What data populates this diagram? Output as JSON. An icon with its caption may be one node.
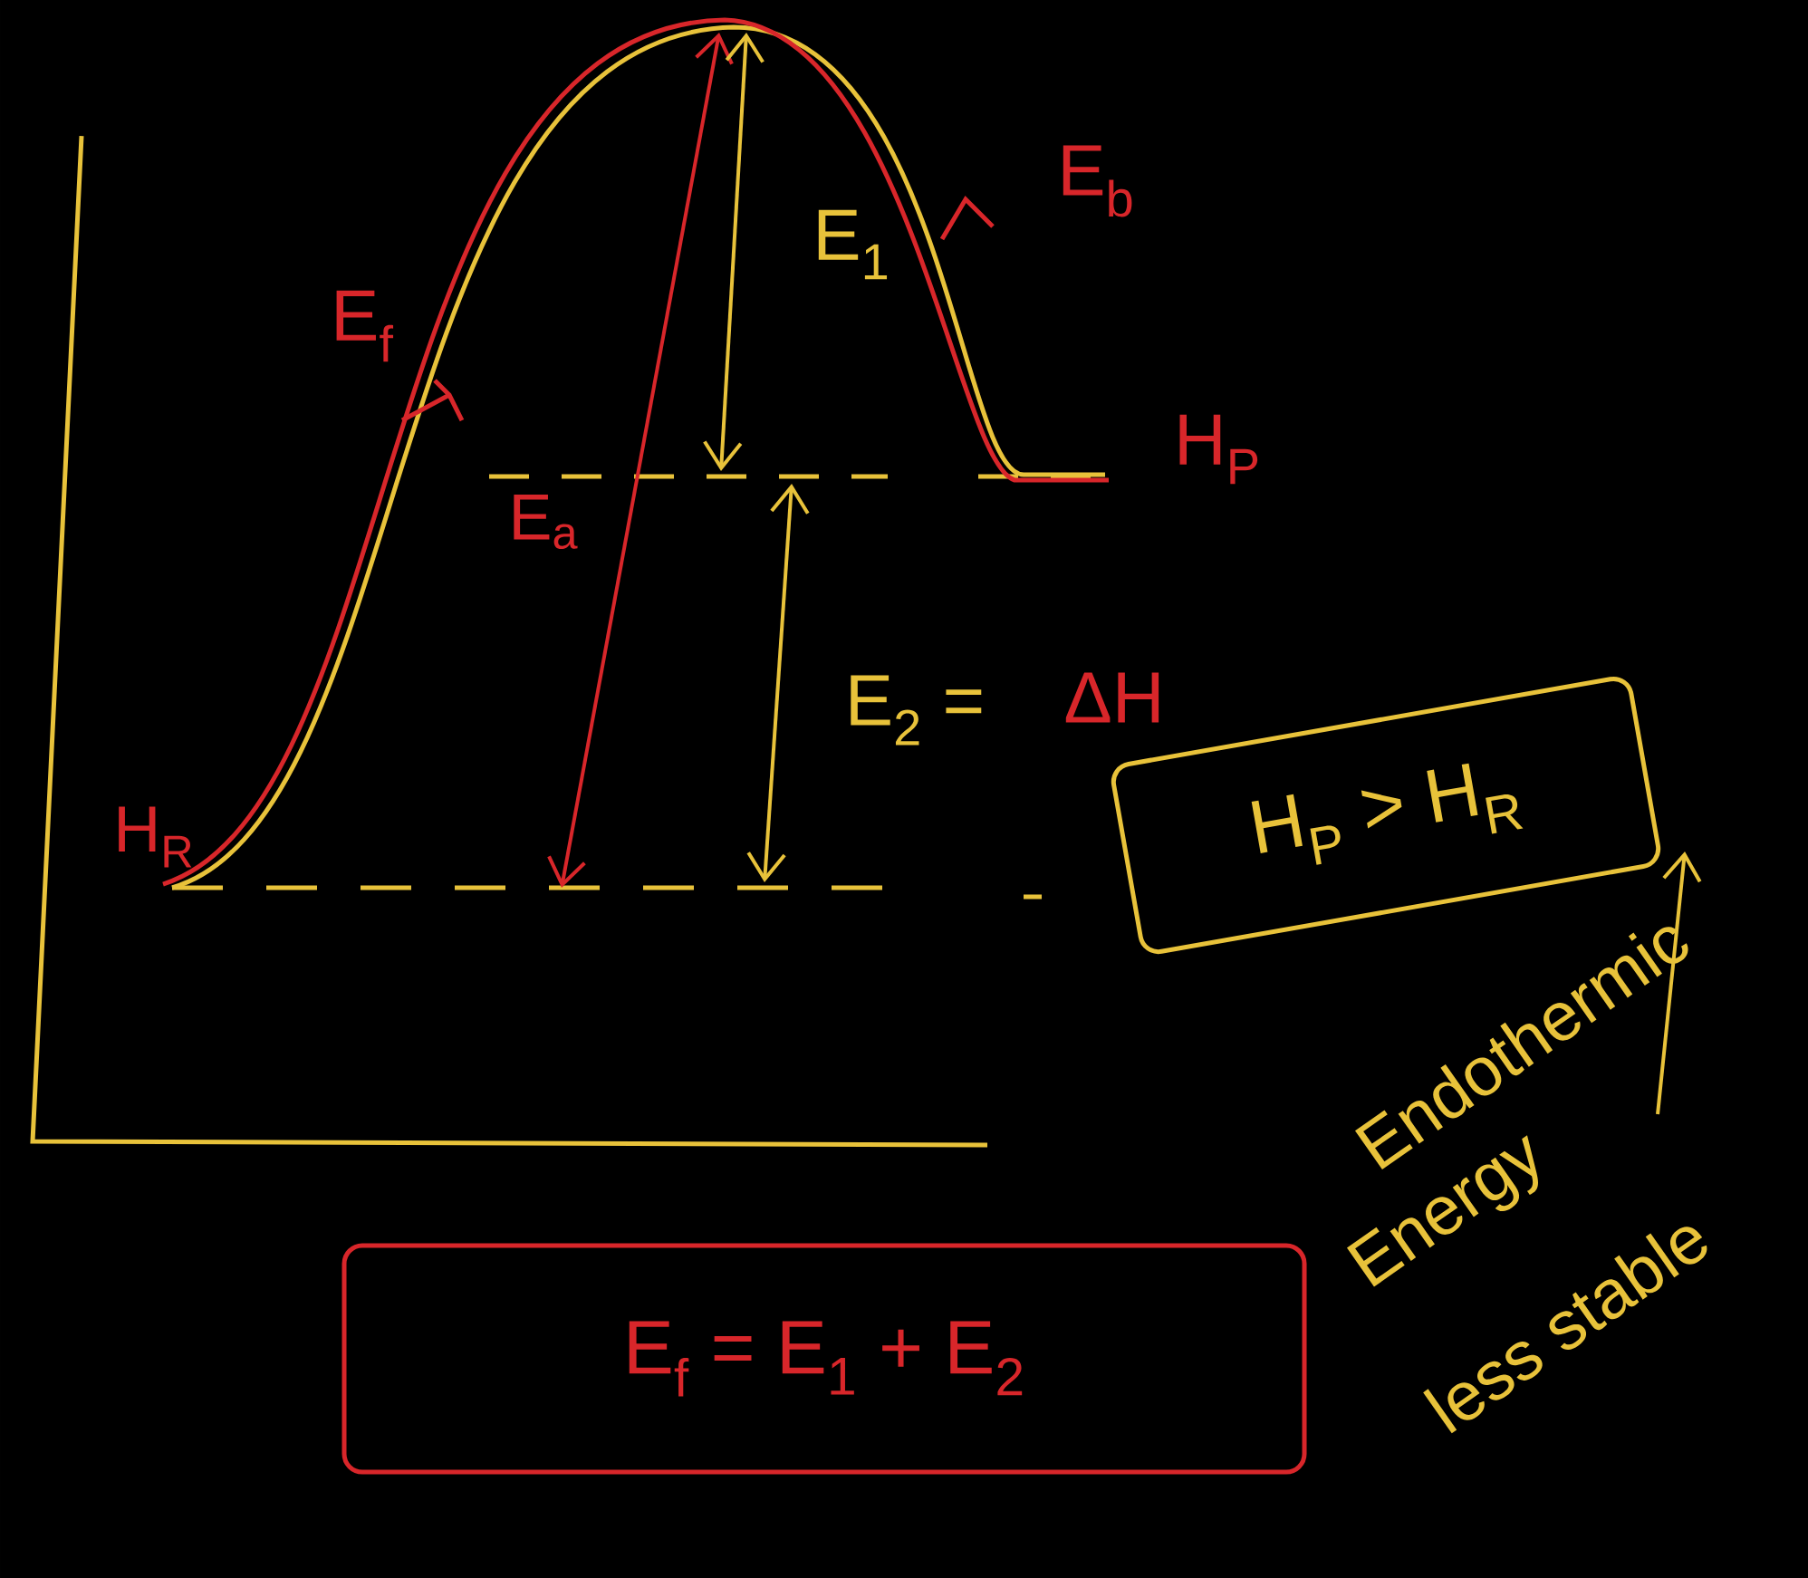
{
  "diagram": {
    "nodes": [
      {
        "text": [
          "H$_{P}$ > H$_{R}$"
        ]
      },
      {
        "text": [
          "E$_{f}$ = E$_{1}$ + E$_{2}$"
        ]
      }
    ],
    "labels": [
      "E$_{1}$",
      "E$_{b}$",
      "E$_{f}$",
      "H$_{P}$",
      "E$_{a}$",
      "E$_{2}$ =",
      "ΔH",
      "H$_{R}$",
      "Endothermic",
      "Energy",
      "less stable"
    ]
  }
}
